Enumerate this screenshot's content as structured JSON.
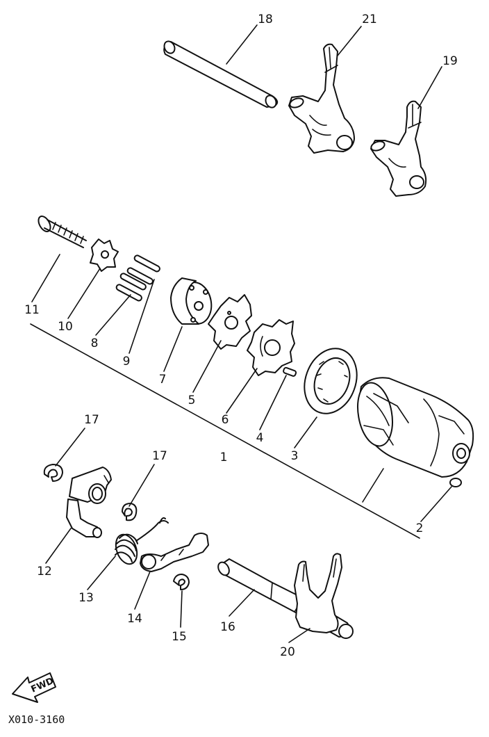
{
  "callouts": {
    "c1": "1",
    "c2": "2",
    "c3": "3",
    "c4": "4",
    "c5": "5",
    "c6": "6",
    "c7": "7",
    "c8": "8",
    "c9": "9",
    "c10": "10",
    "c11": "11",
    "c12": "12",
    "c13": "13",
    "c14": "14",
    "c15": "15",
    "c16": "16",
    "c17a": "17",
    "c17b": "17",
    "c18": "18",
    "c19": "19",
    "c20": "20",
    "c21": "21"
  },
  "fwd_label": "FWD",
  "drawing_code": "X010-3160"
}
